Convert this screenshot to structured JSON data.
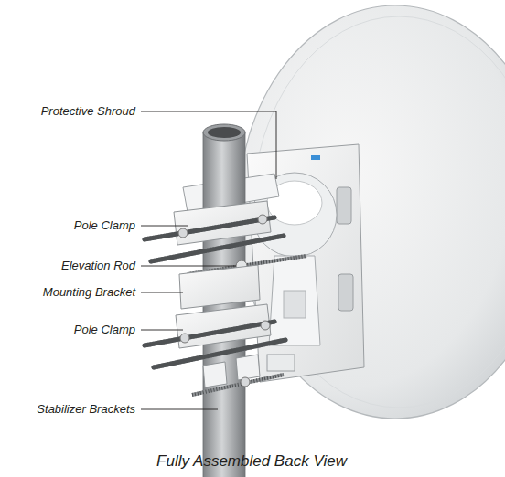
{
  "diagram": {
    "caption": "Fully Assembled Back View",
    "labels": [
      "Protective Shroud",
      "Pole Clamp",
      "Elevation Rod",
      "Mounting Bracket",
      "Pole Clamp",
      "Stabilizer Brackets"
    ]
  }
}
